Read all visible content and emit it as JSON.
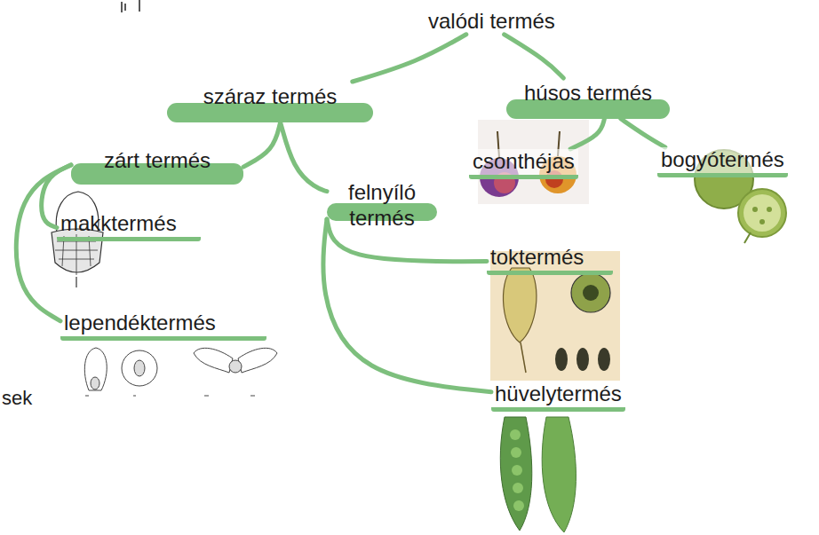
{
  "diagram": {
    "nodes": [
      {
        "text": [
          "valódi termés"
        ]
      },
      {
        "text": [
          "száraz termés"
        ]
      },
      {
        "text": [
          "húsos termés"
        ]
      },
      {
        "text": [
          "zárt termés"
        ]
      },
      {
        "text": [
          "felnyíló termés"
        ]
      },
      {
        "text": [
          "csonthéjas"
        ]
      },
      {
        "text": [
          "bogyótermés"
        ]
      },
      {
        "text": [
          "makktermés"
        ]
      },
      {
        "text": [
          "toktermés"
        ]
      },
      {
        "text": [
          "lependéktermés"
        ]
      },
      {
        "text": [
          "hüvelytermés"
        ]
      }
    ],
    "edges": [
      {
        "from": 0,
        "to": 1,
        "arrow": "none"
      },
      {
        "from": 0,
        "to": 2,
        "arrow": "none"
      },
      {
        "from": 1,
        "to": 3,
        "arrow": "none"
      },
      {
        "from": 1,
        "to": 4,
        "arrow": "none"
      },
      {
        "from": 3,
        "to": 7,
        "arrow": "none"
      },
      {
        "from": 3,
        "to": 9,
        "arrow": "none"
      },
      {
        "from": 4,
        "to": 8,
        "arrow": "none"
      },
      {
        "from": 4,
        "to": 10,
        "arrow": "none"
      },
      {
        "from": 2,
        "to": 5,
        "arrow": "none"
      },
      {
        "from": 2,
        "to": 6,
        "arrow": "none"
      }
    ],
    "labels": [
      "sek"
    ]
  }
}
